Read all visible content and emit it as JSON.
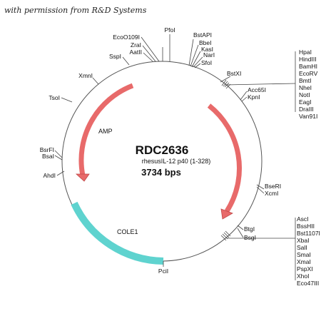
{
  "credit": "with permission from R&D Systems",
  "map": {
    "name": "RDC2636",
    "insert": "rhesusIL-12 p40 (1-328)",
    "size": "3734 bps"
  },
  "colors": {
    "backbone": "#555555",
    "arrow": "#e86a6a",
    "arrow_outline": "#c04848",
    "cole1": "#5fd3cf",
    "text": "#111111",
    "lines": "#444444"
  },
  "features": [
    {
      "name": "AMP",
      "kind": "arrow",
      "direction": "ccw"
    },
    {
      "name": "",
      "kind": "arrow",
      "direction": "cw"
    },
    {
      "name": "COLE1",
      "kind": "origin"
    }
  ],
  "sites": {
    "top_group": [
      "EcoO109I",
      "ZraI",
      "AatII",
      "SspI",
      "PfoI",
      "BstAPI",
      "BbeI",
      "KasI",
      "NarI",
      "SfoI"
    ],
    "left_group": [
      "XmnI",
      "TsoI",
      "BsrFI",
      "BsaI",
      "AhdI"
    ],
    "right_group": [
      "BstXI",
      "Acc65I",
      "KpnI",
      "BseRI",
      "XcmI",
      "BtgI",
      "BsgI",
      "PciI"
    ],
    "mcs_upper": [
      "HpaI",
      "HindIII",
      "BamHI",
      "EcoRV",
      "BmtI",
      "NheI",
      "NotI",
      "EagI",
      "DraIII",
      "Van91I"
    ],
    "mcs_lower": [
      "AscI",
      "BssHII",
      "Bst1107I",
      "XbaI",
      "SalI",
      "SmaI",
      "XmaI",
      "PspXI",
      "XhoI",
      "Eco47III"
    ]
  }
}
